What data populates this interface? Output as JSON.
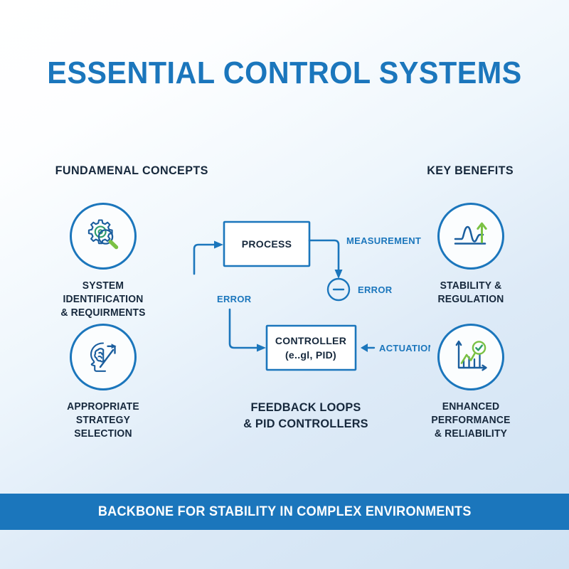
{
  "title": "ESSENTIAL CONTROL SYSTEMS",
  "colors": {
    "brand_blue": "#1b76bc",
    "dark_navy": "#16283c",
    "accent_green": "#7ac143",
    "banner_bg": "#1b76bc",
    "banner_text": "#ffffff"
  },
  "columns": {
    "left_header": "FUNDAMENAL CONCEPTS",
    "right_header": "KEY BENEFITS"
  },
  "cards": [
    {
      "icon": "gear-magnifier-icon",
      "line1": "SYSTEM",
      "line2": "IDENTIFICATION",
      "line3": "& REQUIRMENTS"
    },
    {
      "icon": "brain-head-arrow-icon",
      "line1": "APPROPRIATE",
      "line2": "STRATEGY",
      "line3": "SELECTION"
    },
    {
      "icon": "settling-wave-uparrow-icon",
      "line1": "STABILITY &",
      "line2": "REGULATION",
      "line3": ""
    },
    {
      "icon": "bar-chart-check-icon",
      "line1": "ENHANCED",
      "line2": "PERFORMANCE",
      "line3": "& RELIABILITY"
    }
  ],
  "diagram": {
    "process_block": "PROCESS",
    "controller_block_line1": "CONTROLLER",
    "controller_block_line2": "(e..gl, PID)",
    "summing_sign": "−",
    "label_measurement": "MEASUREMENT",
    "label_error_right": "ERROR",
    "label_error_left": "ERROR",
    "label_actuation": "ACTUATION",
    "caption_line1": "FEEDBACK LOOPS",
    "caption_line2": "& PID CONTROLLERS"
  },
  "banner": {
    "text": "BACKBONE FOR STABILITY IN COMPLEX ENVIRONMENTS"
  }
}
